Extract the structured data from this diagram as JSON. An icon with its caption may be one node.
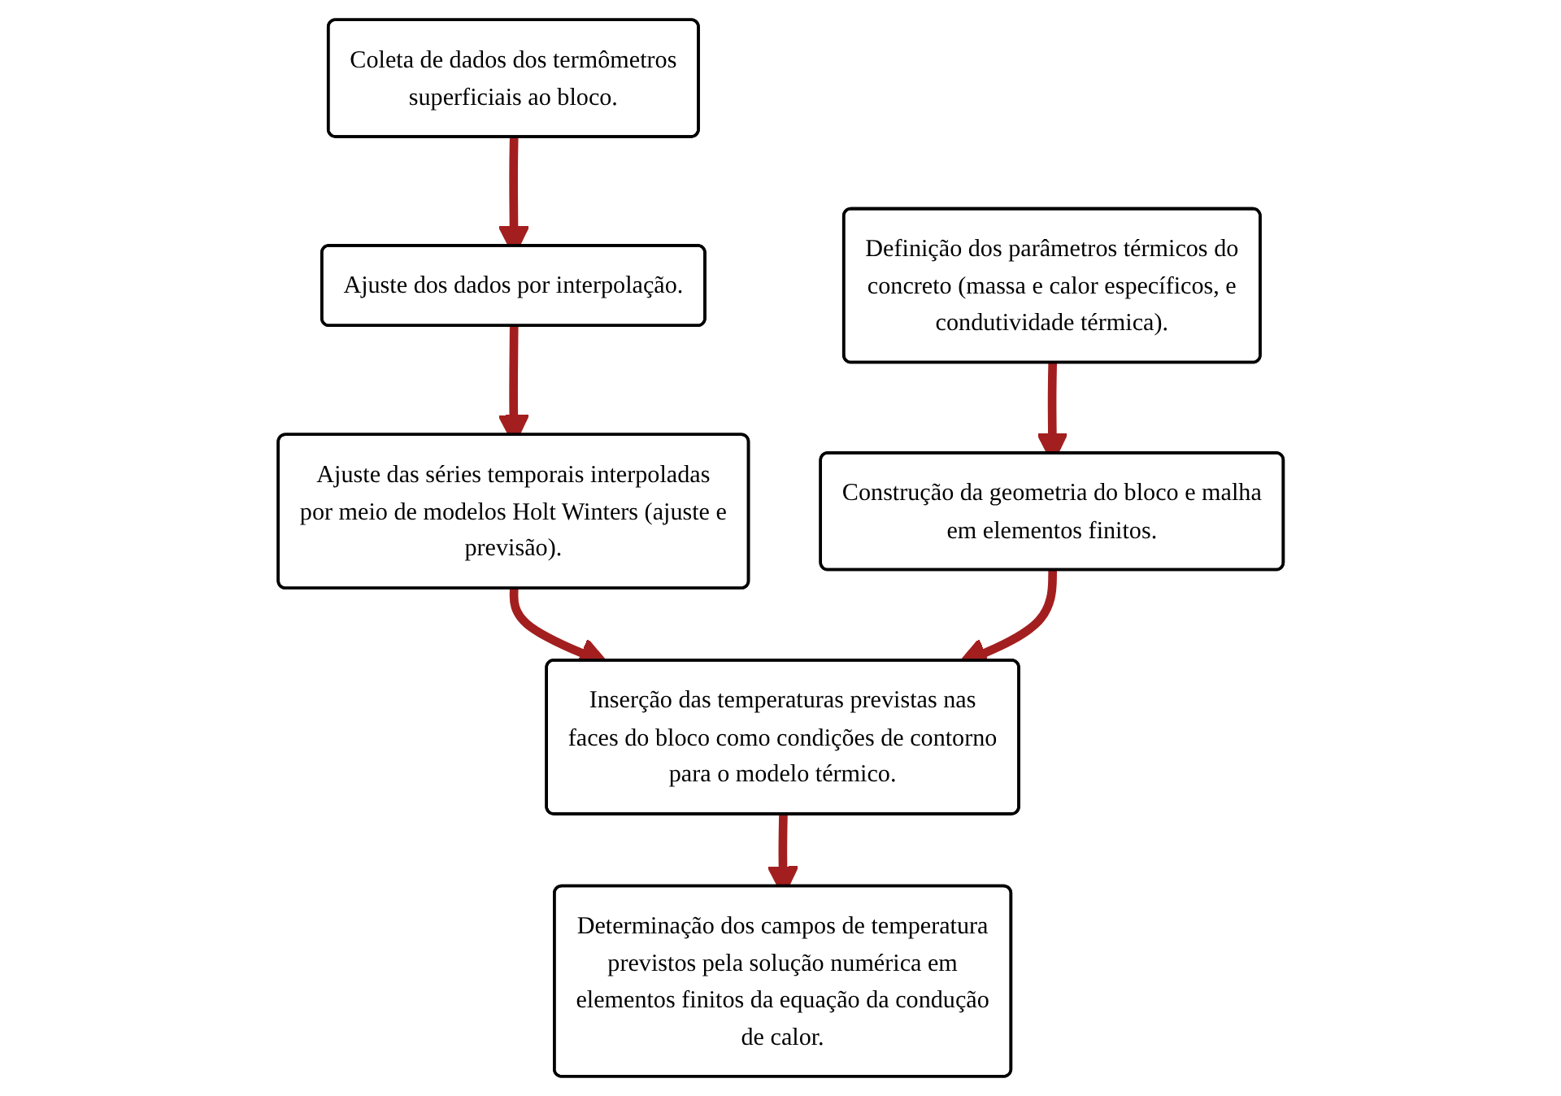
{
  "diagram": {
    "nodes": [
      {
        "text": [
          "Coleta de dados dos termômetros superficiais ao bloco."
        ]
      },
      {
        "text": [
          "Ajuste dos dados por interpolação."
        ]
      },
      {
        "text": [
          "Ajuste das séries temporais interpoladas por meio de modelos Holt Winters (ajuste e previsão)."
        ]
      },
      {
        "text": [
          "Definição dos parâmetros térmicos do concreto (massa e calor específicos, e condutividade térmica)."
        ]
      },
      {
        "text": [
          "Construção da geometria do bloco e malha em elementos finitos."
        ]
      },
      {
        "text": [
          "Inserção das temperaturas previstas nas faces do bloco como condições de contorno para o modelo térmico."
        ]
      },
      {
        "text": [
          "Determinação dos campos de temperatura previstos pela solução numérica em elementos finitos da equação da condução de calor."
        ]
      }
    ],
    "edges": [
      {
        "from": 0,
        "to": 1,
        "arrow": "to"
      },
      {
        "from": 1,
        "to": 2,
        "arrow": "to"
      },
      {
        "from": 2,
        "to": 5,
        "arrow": "to"
      },
      {
        "from": 3,
        "to": 4,
        "arrow": "to"
      },
      {
        "from": 4,
        "to": 5,
        "arrow": "to"
      },
      {
        "from": 5,
        "to": 6,
        "arrow": "to"
      }
    ]
  }
}
